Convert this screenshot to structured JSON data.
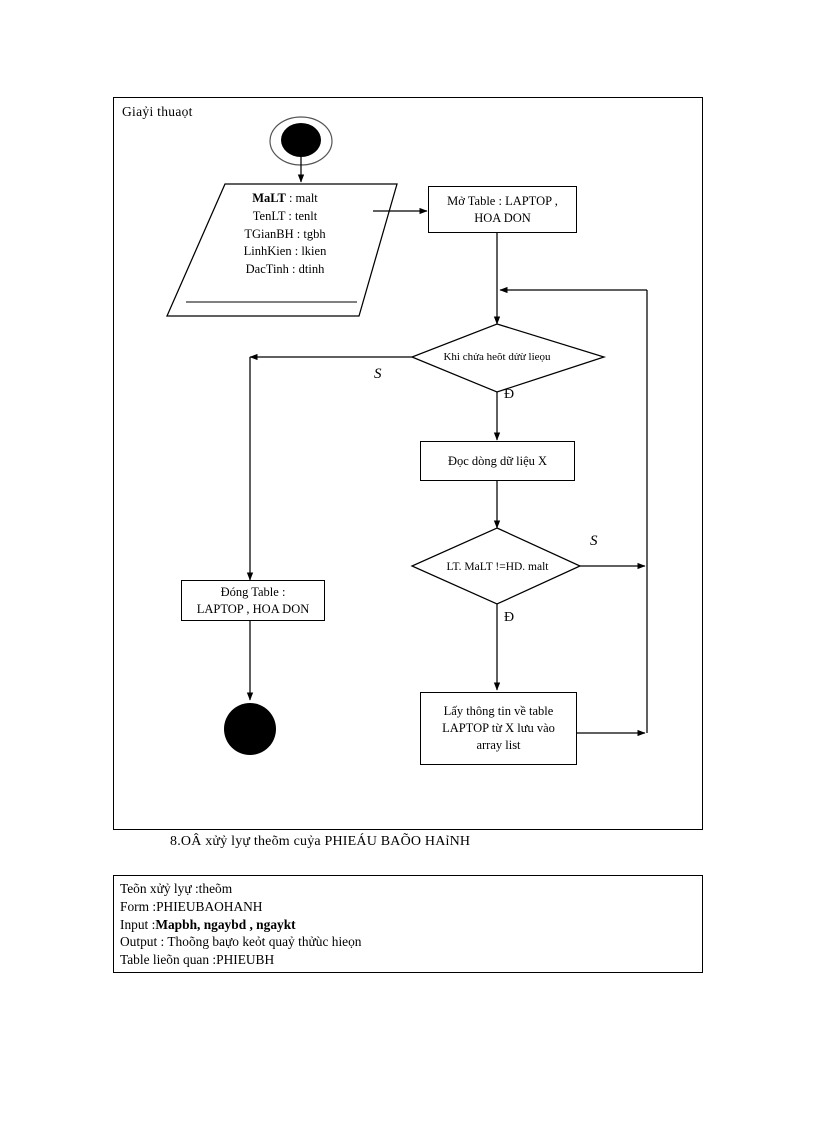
{
  "document": {
    "diagram_title": "Giaỷi  thuaọt",
    "caption": "8.OÂ xửỷ lyự theõm cuỷa PHIEÁU BAÕO HAỉNH"
  },
  "flowchart": {
    "type": "flowchart",
    "start_node": {
      "name": "start",
      "shape": "initial-node"
    },
    "end_node": {
      "name": "end",
      "shape": "final-node"
    },
    "io_node": {
      "shape": "parallelogram",
      "lines": [
        {
          "key": "MaLT",
          "sep": " : ",
          "value": "malt",
          "bold_key": true
        },
        {
          "key": "TenLT",
          "sep": " : ",
          "value": "tenlt",
          "bold_key": false
        },
        {
          "key": "TGianBH",
          "sep": "  : ",
          "value": "tgbh",
          "bold_key": false
        },
        {
          "key": "LinhKien",
          "sep": "  : ",
          "value": "lkien",
          "bold_key": false
        },
        {
          "key": "DacTinh",
          "sep": " : ",
          "value": "dtinh",
          "bold_key": false
        }
      ]
    },
    "process_open_table": {
      "shape": "process",
      "line1": "Mở Table : LAPTOP ,",
      "line2": "HOA DON"
    },
    "decision_more_data": {
      "shape": "decision",
      "text": "Khi chửa heõt dửừ lieọu"
    },
    "process_read_row": {
      "shape": "process",
      "line1": "Đọc dòng dữ liệu X"
    },
    "decision_compare": {
      "shape": "decision",
      "text": "LT. MaLT !=HD. malt"
    },
    "process_collect": {
      "shape": "process",
      "line1": "Lấy thông tin về table",
      "line2": "LAPTOP từ X lưu vào",
      "line3": "array list"
    },
    "process_close_table": {
      "shape": "process",
      "line1": "Đóng Table :",
      "line2": "LAPTOP , HOA DON"
    },
    "branch_labels": {
      "more_data_false": "S",
      "more_data_true": "Đ",
      "compare_false": "S",
      "compare_true": "Đ"
    }
  },
  "spec": {
    "rows": [
      {
        "label": "Teõn xửỷ lyự :",
        "value": "theõm",
        "bold_value": false
      },
      {
        "label": "Form :",
        "value": "PHIEUBAOHANH",
        "bold_value": false
      },
      {
        "label": "Input :",
        "value": "Mapbh, ngaybd , ngaykt",
        "bold_value": true
      },
      {
        "label": "Output : ",
        "value": "Thoõng  baựo keỏt quaỷ thửùc hieọn",
        "bold_value": false
      },
      {
        "label": "Table lieõn  quan :",
        "value": "PHIEUBH",
        "bold_value": false
      }
    ]
  },
  "colors": {
    "ink": "#000000",
    "paper": "#ffffff"
  }
}
